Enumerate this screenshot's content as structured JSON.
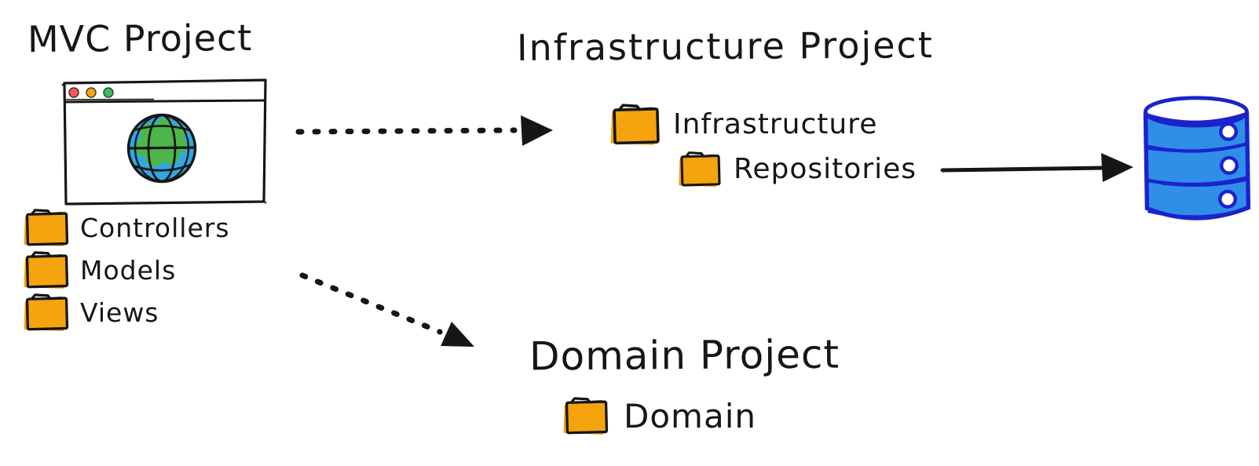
{
  "mvc": {
    "title": "MVC Project",
    "folders": [
      {
        "label": "Controllers"
      },
      {
        "label": "Models"
      },
      {
        "label": "Views"
      }
    ]
  },
  "infrastructure": {
    "title": "Infrastructure Project",
    "folders": [
      {
        "label": "Infrastructure"
      },
      {
        "label": "Repositories"
      }
    ]
  },
  "domain": {
    "title": "Domain Project",
    "folders": [
      {
        "label": "Domain"
      }
    ]
  },
  "icons": {
    "browser": "browser-window-icon",
    "globe": "globe-icon",
    "folder": "folder-icon",
    "database": "database-icon"
  },
  "connections": [
    {
      "from": "MVC Project",
      "to": "Infrastructure Project",
      "style": "dotted-arrow"
    },
    {
      "from": "MVC Project",
      "to": "Domain Project",
      "style": "dotted-arrow"
    },
    {
      "from": "Repositories",
      "to": "database",
      "style": "solid-arrow"
    }
  ],
  "colors": {
    "ink": "#161616",
    "folder_orange": "#F5A40E",
    "database_fill": "#2F8FE8",
    "database_stroke": "#1C22CC",
    "globe_sea": "#2FA8E4",
    "globe_land": "#4CB648",
    "traffic_red": "#F15B57",
    "traffic_yellow": "#F5A31B",
    "traffic_green": "#3FBA5F"
  }
}
